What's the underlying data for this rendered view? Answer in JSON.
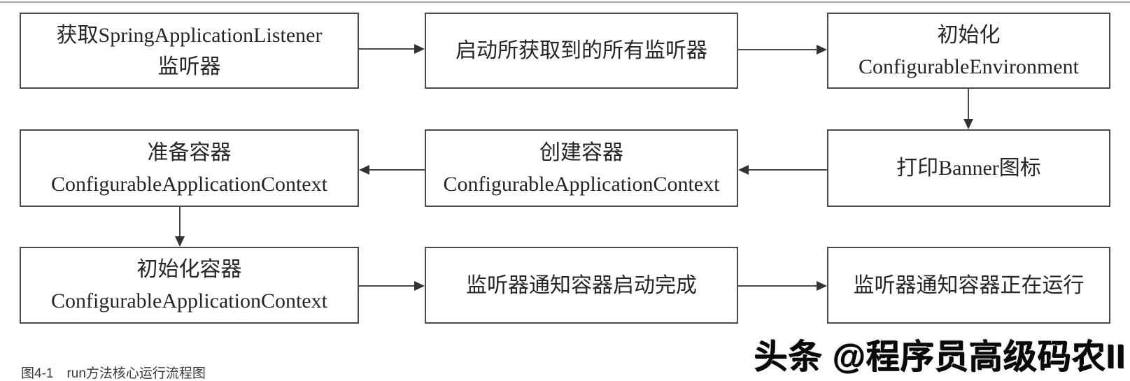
{
  "diagram": {
    "title_caption": "图4-1　run方法核心运行流程图",
    "watermark": "头条 @程序员高级码农II",
    "colors": {
      "background": "#ffffff",
      "box_border": "#4a4a4a",
      "box_text": "#262626",
      "arrow": "#333333",
      "caption_text": "#3a3a3a",
      "watermark_text": "#0a0a0a",
      "top_rule": "#a8a8a8"
    },
    "nodes": [
      {
        "id": "n1",
        "line1": "获取SpringApplicationListener",
        "line2": "监听器"
      },
      {
        "id": "n2",
        "line1": "启动所获取到的所有监听器",
        "line2": ""
      },
      {
        "id": "n3",
        "line1": "初始化",
        "line2": "ConfigurableEnvironment"
      },
      {
        "id": "n4",
        "line1": "准备容器",
        "line2": "ConfigurableApplicationContext"
      },
      {
        "id": "n5",
        "line1": "创建容器",
        "line2": "ConfigurableApplicationContext"
      },
      {
        "id": "n6",
        "line1": "打印Banner图标",
        "line2": ""
      },
      {
        "id": "n7",
        "line1": "初始化容器",
        "line2": "ConfigurableApplicationContext"
      },
      {
        "id": "n8",
        "line1": "监听器通知容器启动完成",
        "line2": ""
      },
      {
        "id": "n9",
        "line1": "监听器通知容器正在运行",
        "line2": ""
      }
    ],
    "edges": [
      {
        "from": "n1",
        "to": "n2",
        "direction": "right"
      },
      {
        "from": "n2",
        "to": "n3",
        "direction": "right"
      },
      {
        "from": "n3",
        "to": "n6",
        "direction": "down"
      },
      {
        "from": "n6",
        "to": "n5",
        "direction": "left"
      },
      {
        "from": "n5",
        "to": "n4",
        "direction": "left"
      },
      {
        "from": "n4",
        "to": "n7",
        "direction": "down"
      },
      {
        "from": "n7",
        "to": "n8",
        "direction": "right"
      },
      {
        "from": "n8",
        "to": "n9",
        "direction": "right"
      }
    ]
  }
}
